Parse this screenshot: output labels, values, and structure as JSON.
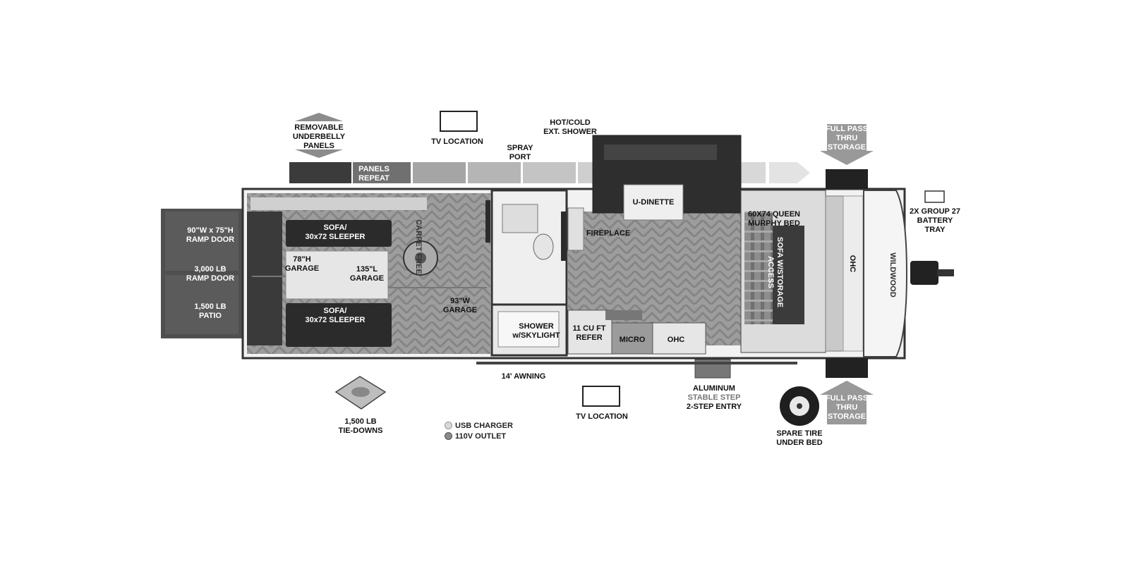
{
  "labels": {
    "removable_underbelly": [
      "REMOVABLE",
      "UNDERBELLY",
      "PANELS"
    ],
    "panels_repeat": [
      "PANELS",
      "REPEAT"
    ],
    "tv_location_top": "TV LOCATION",
    "spray_port": [
      "SPRAY",
      "PORT"
    ],
    "hot_cold_shower": [
      "HOT/COLD",
      "EXT. SHOWER"
    ],
    "full_pass_top": [
      "FULL PASS",
      "THRU",
      "STORAGE"
    ],
    "battery_tray": [
      "2X GROUP 27",
      "BATTERY",
      "TRAY"
    ],
    "ramp_door_size": [
      "90\"W x 75\"H",
      "RAMP DOOR"
    ],
    "ramp_door_weight": [
      "3,000 LB",
      "RAMP DOOR"
    ],
    "patio": [
      "1,500 LB",
      "PATIO"
    ],
    "sofa_top": [
      "SOFA/",
      "30x72 SLEEPER"
    ],
    "sofa_bottom": [
      "SOFA/",
      "30x72 SLEEPER"
    ],
    "garage_height": [
      "78\"H",
      "GARAGE"
    ],
    "garage_length": [
      "135\"L",
      "GARAGE"
    ],
    "carpet_free": "CARPET FREE",
    "garage_width": [
      "93\"W",
      "GARAGE"
    ],
    "fireplace": "FIREPLACE",
    "u_dinette": "U-DINETTE",
    "murphy_bed": [
      "60X74 QUEEN",
      "MURPHY BED"
    ],
    "sofa_storage": [
      "SOFA W/STORAGE",
      "ACCESS"
    ],
    "ohc_front": "OHC",
    "shower": [
      "SHOWER",
      "w/SKYLIGHT"
    ],
    "refer": [
      "11 CU FT",
      "REFER"
    ],
    "micro": "MICRO",
    "ohc_kitchen": "OHC",
    "awning": "14' AWNING",
    "tv_location_bottom": "TV LOCATION",
    "aluminum_step": [
      "ALUMINUM",
      "STABLE STEP",
      "2-STEP ENTRY"
    ],
    "full_pass_bottom": [
      "FULL PASS",
      "THRU",
      "STORAGE"
    ],
    "spare_tire": [
      "SPARE TIRE",
      "UNDER BED"
    ],
    "tie_downs": [
      "1,500 LB",
      "TIE-DOWNS"
    ],
    "brand": "WILDWOOD"
  },
  "legend": {
    "usb": "USB CHARGER",
    "outlet": "110V OUTLET"
  },
  "colors": {
    "wall": "#3a3a3a",
    "floor": "#9a9a9a",
    "dark_fixture": "#2b2b2b",
    "ramp": "#555555",
    "arrow": "#8c8c8c"
  }
}
